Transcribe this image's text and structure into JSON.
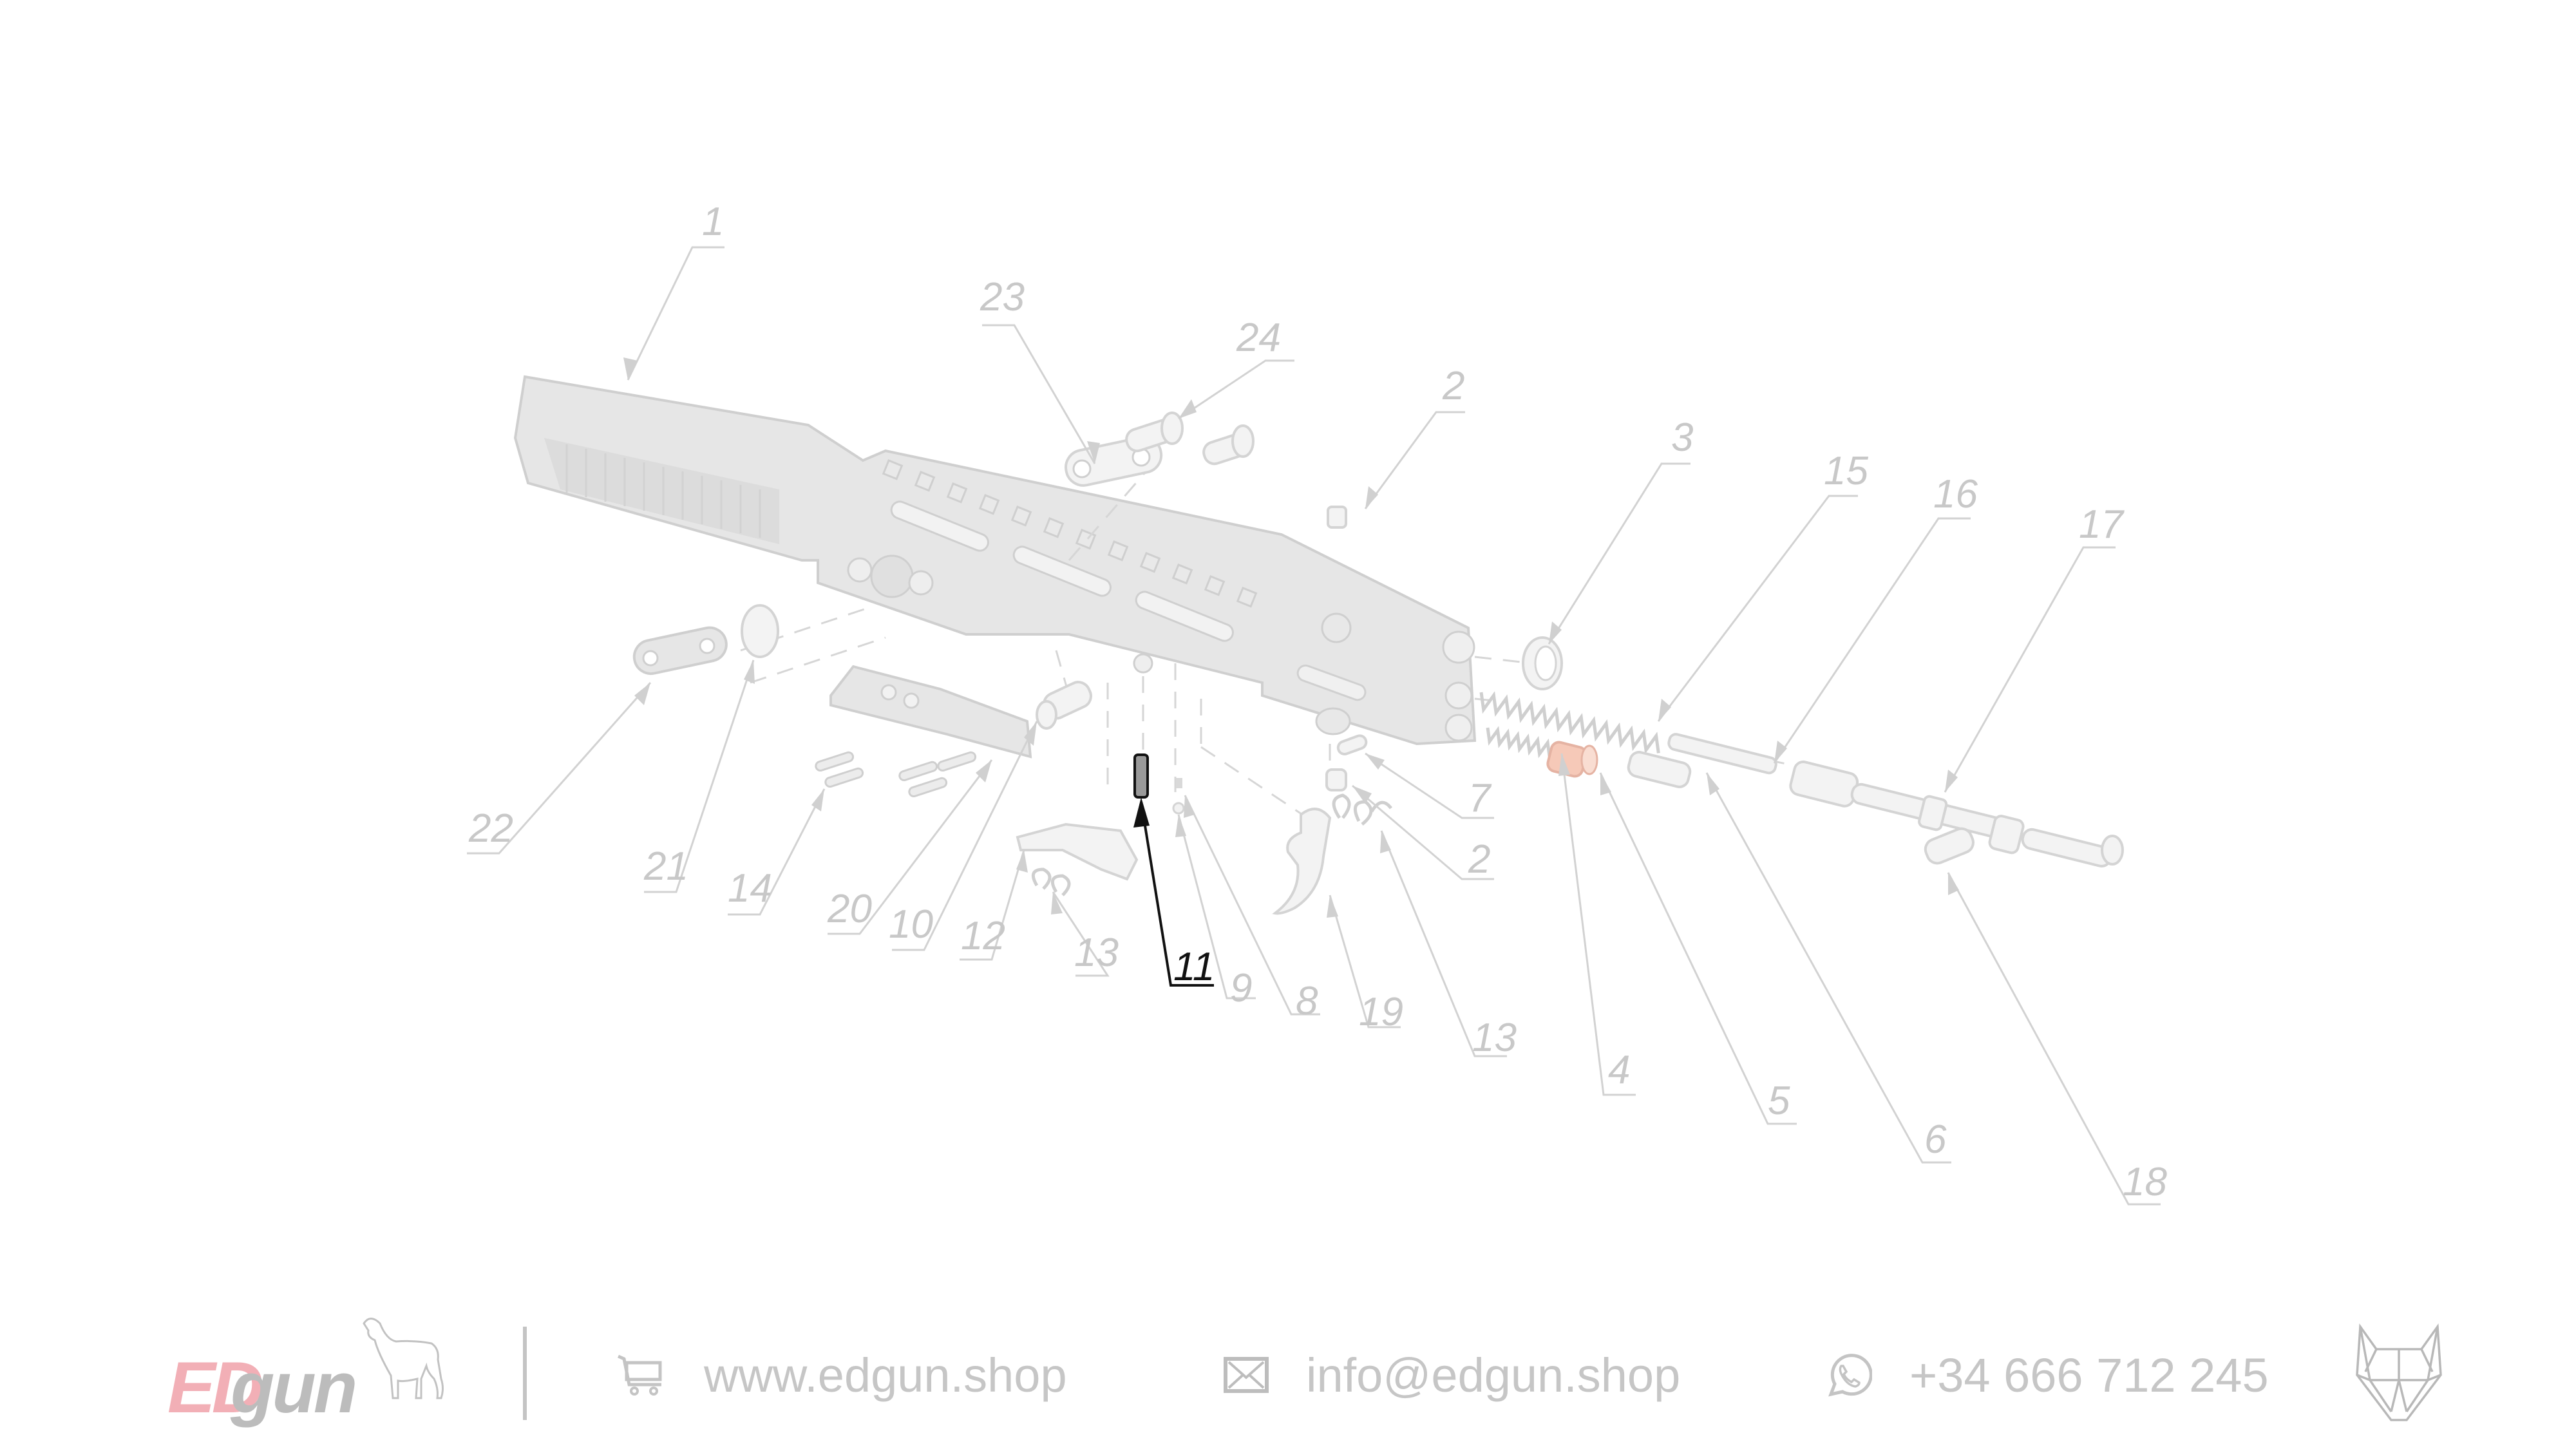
{
  "diagram": {
    "title": "Exploded parts diagram",
    "highlighted_part": "11",
    "accent_part": "5",
    "colors": {
      "label_default": "#c8c8c8",
      "label_highlight": "#111111",
      "part_fill": "#e6e6e6",
      "accent_part_fill": "#f6c9b8"
    },
    "labels": [
      {
        "id": "1",
        "text": "1"
      },
      {
        "id": "2a",
        "text": "2"
      },
      {
        "id": "2b",
        "text": "2"
      },
      {
        "id": "3",
        "text": "3"
      },
      {
        "id": "4",
        "text": "4"
      },
      {
        "id": "5",
        "text": "5"
      },
      {
        "id": "6",
        "text": "6"
      },
      {
        "id": "7",
        "text": "7"
      },
      {
        "id": "8",
        "text": "8"
      },
      {
        "id": "9",
        "text": "9"
      },
      {
        "id": "10",
        "text": "10"
      },
      {
        "id": "11",
        "text": "11"
      },
      {
        "id": "12",
        "text": "12"
      },
      {
        "id": "13a",
        "text": "13"
      },
      {
        "id": "13b",
        "text": "13"
      },
      {
        "id": "14",
        "text": "14"
      },
      {
        "id": "15",
        "text": "15"
      },
      {
        "id": "16",
        "text": "16"
      },
      {
        "id": "17",
        "text": "17"
      },
      {
        "id": "18",
        "text": "18"
      },
      {
        "id": "19",
        "text": "19"
      },
      {
        "id": "20",
        "text": "20"
      },
      {
        "id": "21",
        "text": "21"
      },
      {
        "id": "22",
        "text": "22"
      },
      {
        "id": "23",
        "text": "23"
      },
      {
        "id": "24",
        "text": "24"
      }
    ]
  },
  "footer": {
    "brand": {
      "ed": "ED",
      "gun": "gun"
    },
    "website": {
      "icon": "cart-icon",
      "text": "www.edgun.shop"
    },
    "email": {
      "icon": "envelope-icon",
      "text": "info@edgun.shop"
    },
    "phone": {
      "icon": "whatsapp-icon",
      "text": "+34 666 712 245"
    },
    "emblem": "wolf-head-icon"
  }
}
